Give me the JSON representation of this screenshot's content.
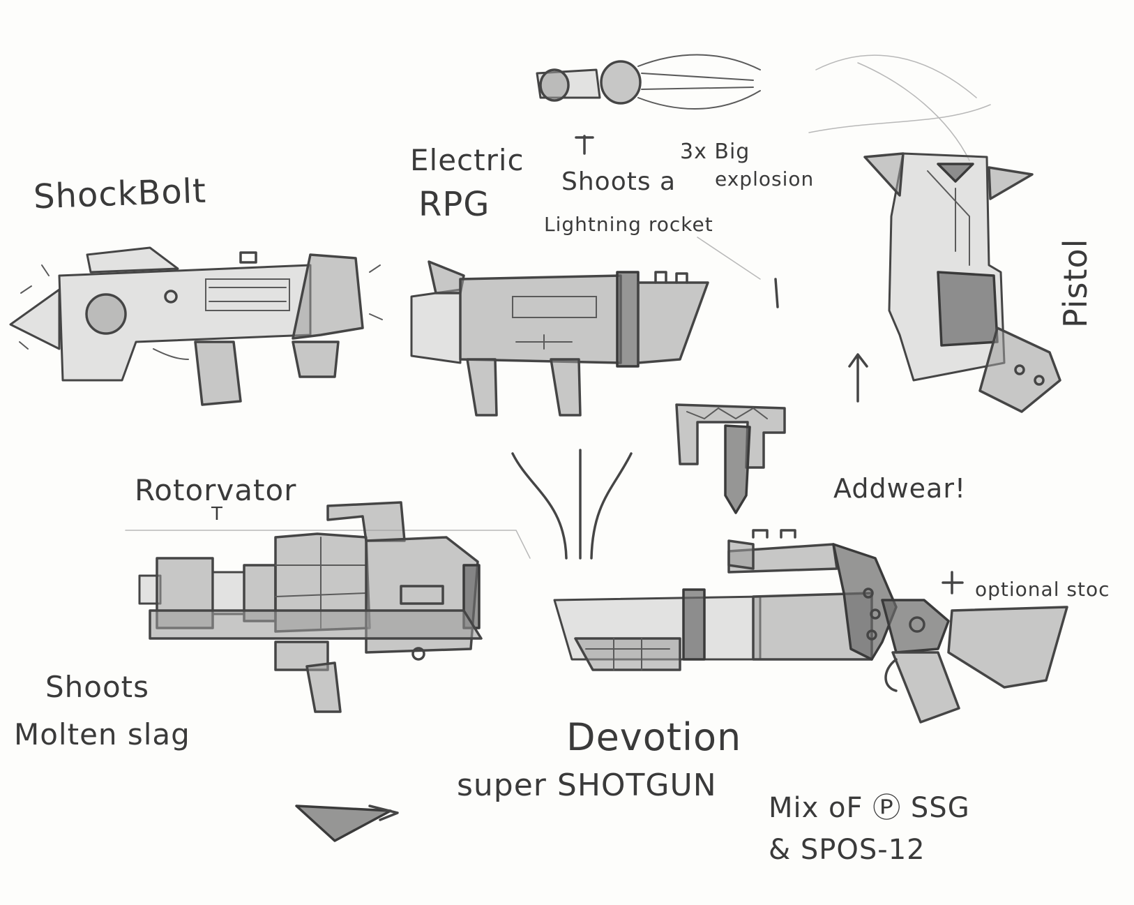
{
  "labels": {
    "shockbolt": "ShockBolt",
    "electric_rpg_line1": "Electric",
    "electric_rpg_line2": "RPG",
    "shoots_a_line1": "T",
    "shoots_a_line2": "Shoots a",
    "shoots_a_line3": "Lightning rocket",
    "big_explosion_line1": "3x Big",
    "big_explosion_line2": "explosion",
    "pistol": "Pistol",
    "rotorvator": "Rotorvator",
    "rotorvator_marker": "T",
    "shoots_molten_line1": "Shoots",
    "shoots_molten_line2": "Molten slag",
    "addwear": "Addwear!",
    "optional_stock": "optional stoc",
    "plus_mark": "+",
    "devotion_line1": "Devotion",
    "devotion_line2": "super SHOTGUN",
    "mix_line1": "Mix oF Ⓟ SSG",
    "mix_line2": "& SPOS-12"
  },
  "colors": {
    "paper": "#fdfdfb",
    "pencil": "#454545",
    "pencil_fill": "#9a9a9a"
  }
}
